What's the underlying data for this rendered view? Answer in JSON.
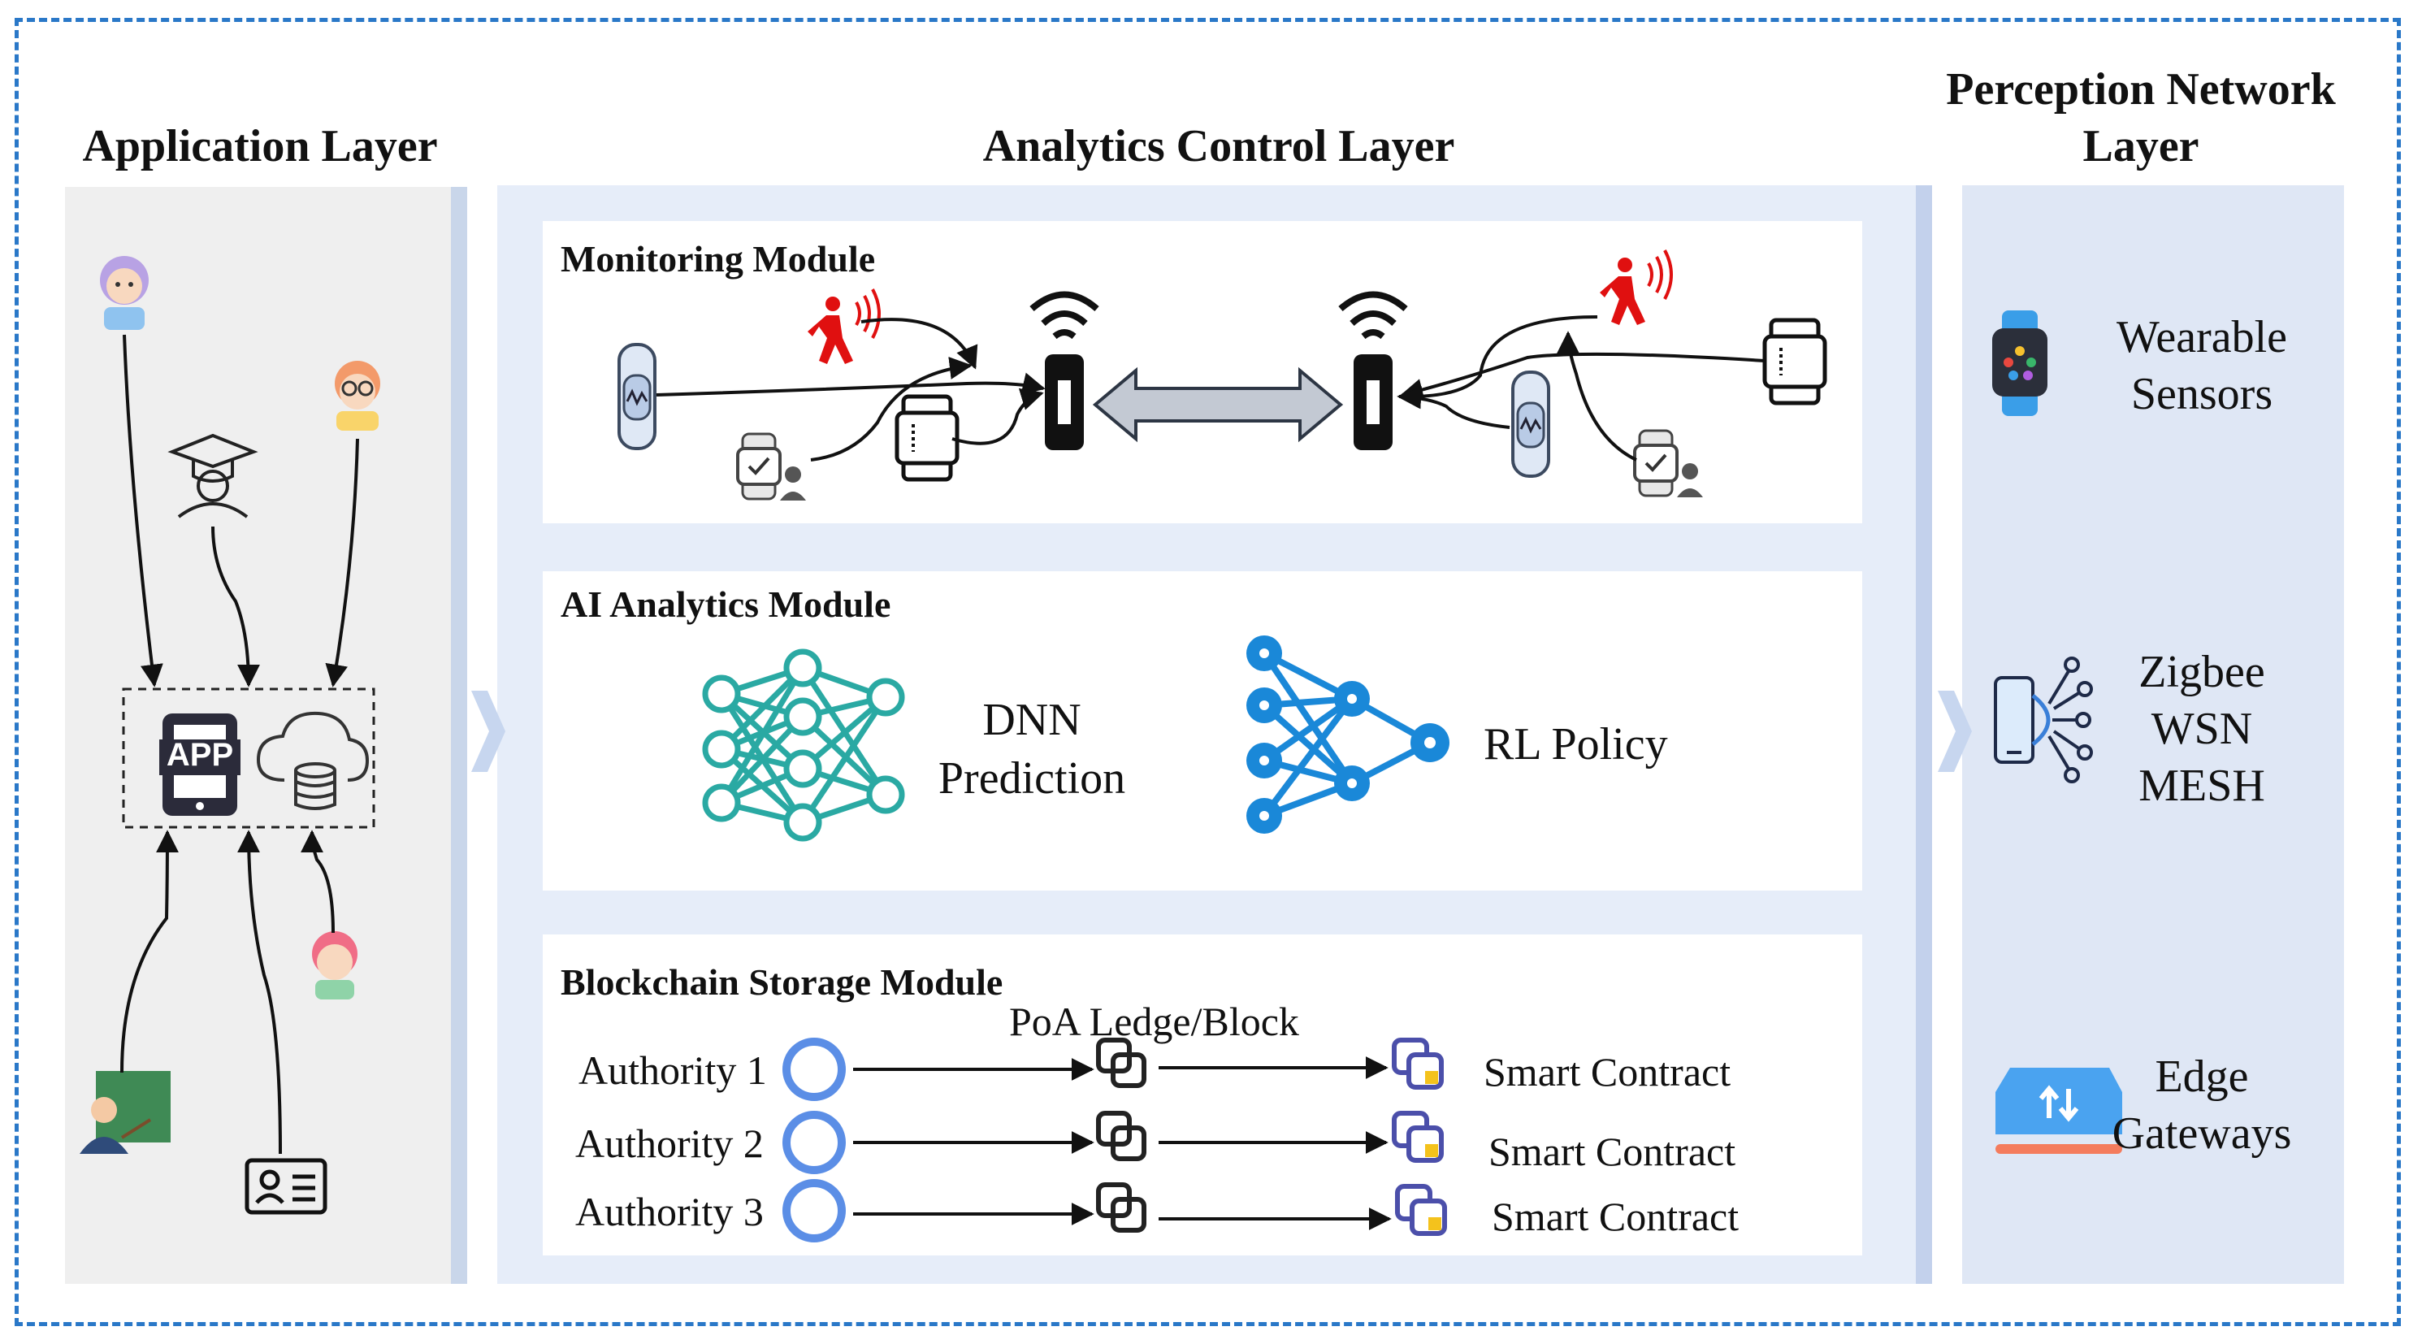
{
  "layers": {
    "application": {
      "title": "Application Layer"
    },
    "analytics": {
      "title": "Analytics Control Layer"
    },
    "perception": {
      "title_line1": "Perception Network",
      "title_line2": "Layer"
    }
  },
  "app_box": {
    "app_label": "APP"
  },
  "modules": {
    "monitoring": {
      "title": "Monitoring Module"
    },
    "ai": {
      "title": "AI Analytics Module",
      "dnn_line1": "DNN",
      "dnn_line2": "Prediction",
      "rl_label": "RL Policy"
    },
    "blockchain": {
      "title": "Blockchain  Storage Module",
      "ledger_label": "PoA Ledge/Block",
      "authorities": [
        "Authority 1",
        "Authority 2",
        "Authority 3"
      ],
      "contracts": [
        "Smart Contract",
        "Smart Contract",
        "Smart Contract"
      ]
    }
  },
  "perception_items": {
    "wearable": {
      "line1": "Wearable",
      "line2": "Sensors"
    },
    "mesh": {
      "line1": "Zigbee",
      "line2": "WSN",
      "line3": "MESH"
    },
    "edge": {
      "line1": "Edge",
      "line2": "Gateways"
    }
  },
  "colors": {
    "frame": "#2a78c8",
    "arrow_gray": "#9aa5b5",
    "alarm_red": "#e01010",
    "dnn_teal": "#2aa9a3",
    "rl_blue": "#1a88d8",
    "authority_ring": "#5b8ee6",
    "contract_purple": "#4b4faa",
    "contract_yellow": "#f4c21c"
  }
}
